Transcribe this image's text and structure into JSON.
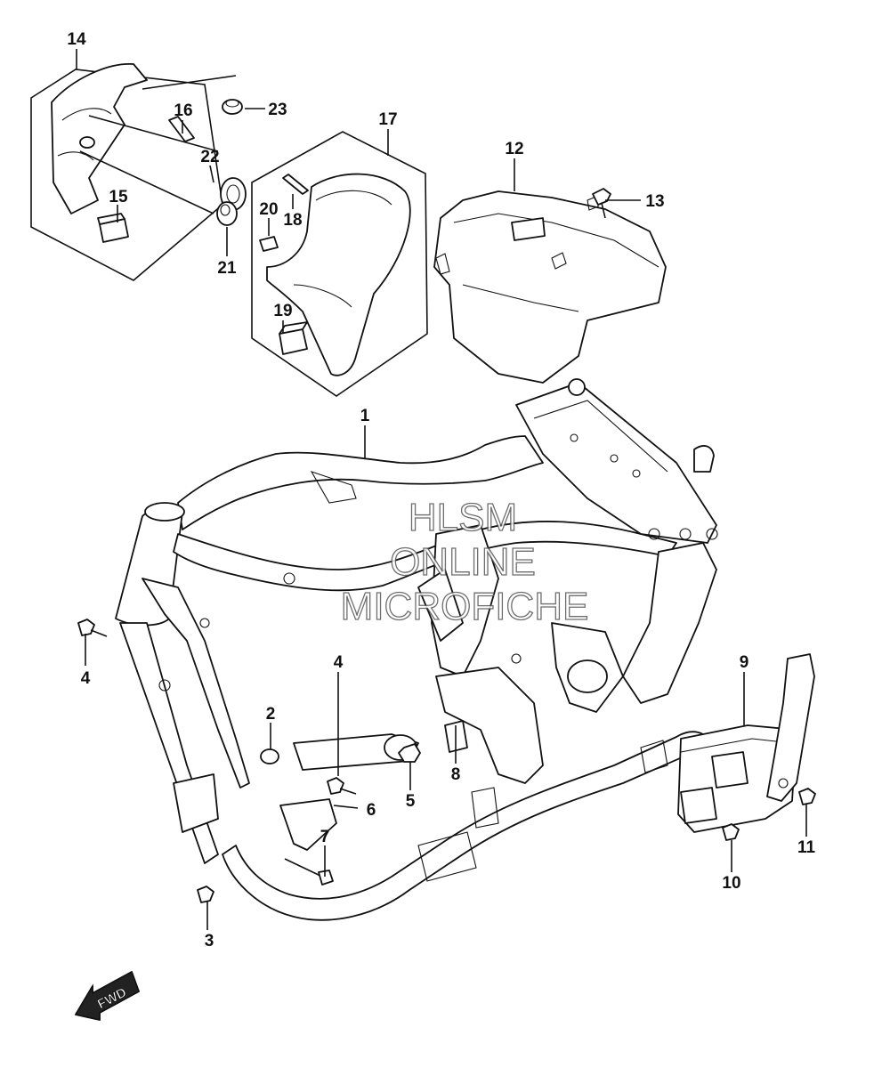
{
  "diagram": {
    "watermark": [
      "HLSM",
      "ONLINE",
      "MICROFICHE"
    ],
    "fwd_label": "FWD",
    "callouts": [
      {
        "id": "c1",
        "label": "1"
      },
      {
        "id": "c2",
        "label": "2"
      },
      {
        "id": "c3",
        "label": "3"
      },
      {
        "id": "c4a",
        "label": "4"
      },
      {
        "id": "c4b",
        "label": "4"
      },
      {
        "id": "c5",
        "label": "5"
      },
      {
        "id": "c6",
        "label": "6"
      },
      {
        "id": "c7",
        "label": "7"
      },
      {
        "id": "c8",
        "label": "8"
      },
      {
        "id": "c9",
        "label": "9"
      },
      {
        "id": "c10",
        "label": "10"
      },
      {
        "id": "c11",
        "label": "11"
      },
      {
        "id": "c12",
        "label": "12"
      },
      {
        "id": "c13",
        "label": "13"
      },
      {
        "id": "c14",
        "label": "14"
      },
      {
        "id": "c15",
        "label": "15"
      },
      {
        "id": "c16",
        "label": "16"
      },
      {
        "id": "c17",
        "label": "17"
      },
      {
        "id": "c18",
        "label": "18"
      },
      {
        "id": "c19",
        "label": "19"
      },
      {
        "id": "c20",
        "label": "20"
      },
      {
        "id": "c21",
        "label": "21"
      },
      {
        "id": "c22",
        "label": "22"
      },
      {
        "id": "c23",
        "label": "23"
      }
    ]
  }
}
